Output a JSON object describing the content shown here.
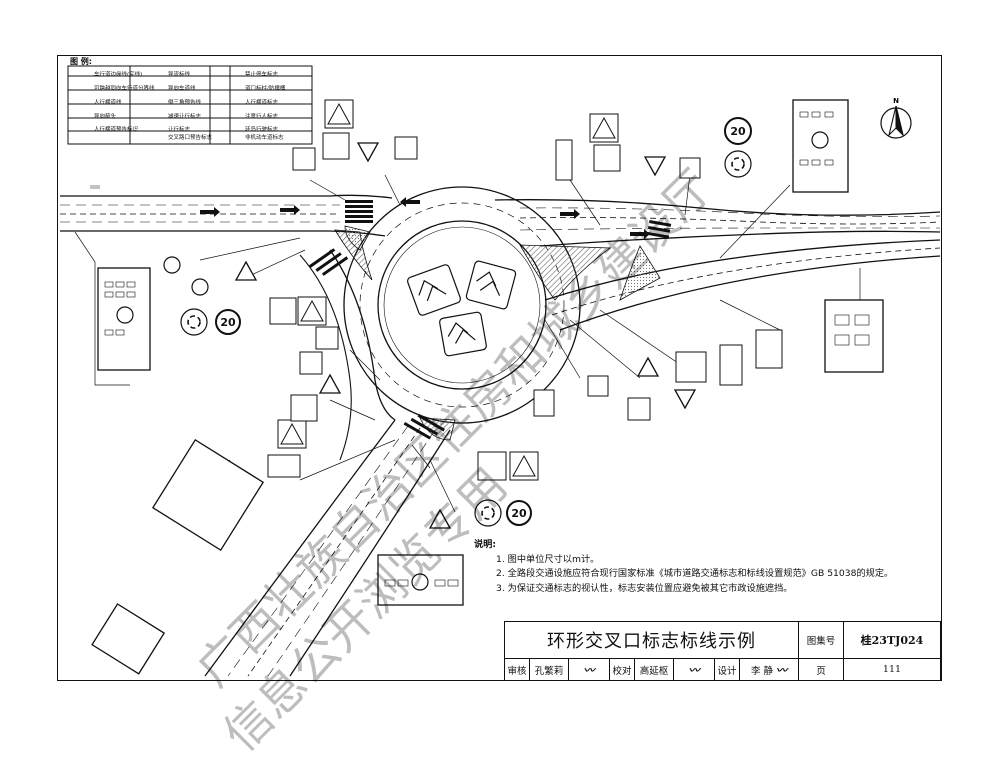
{
  "legend": {
    "heading": "图 例:",
    "items": [
      "车行道边缘线(实线)",
      "可跨越同向车行道分界线",
      "人行横道线",
      "导向箭头",
      "人行横道预告标识",
      "导流标线",
      "导向车道线",
      "倒三角预告线",
      "减速让行标志",
      "让行标志",
      "人行横道标志",
      "注意行人标志",
      "禁止停车标志",
      "道口标柱/防撞桶",
      "环岛行驶标志",
      "非机动车道标志",
      "交叉路口预告标志"
    ]
  },
  "compass": {
    "label": "N"
  },
  "signs": {
    "speed_limit": "20"
  },
  "notes": {
    "heading": "说明:",
    "lines": [
      "1. 图中单位尺寸以m计。",
      "2. 全路段交通设施应符合现行国家标准《城市道路交通标志和标线设置规范》GB 51038的规定。",
      "3. 为保证交通标志的视认性，标志安装位置应避免被其它市政设施遮挡。"
    ]
  },
  "title_block": {
    "title": "环形交叉口标志标线示例",
    "atlas_label": "图集号",
    "atlas_code": "桂23TJ024",
    "review_label": "审核",
    "review_name": "孔繁莉",
    "check_label": "校对",
    "check_name": "高延枢",
    "design_label": "设计",
    "design_name": "李 静",
    "page_label": "页",
    "page_number": "111"
  },
  "watermark": {
    "line1": "广西壮族自治区住房和城乡建设厅",
    "line2": "信息公开浏览专用"
  }
}
